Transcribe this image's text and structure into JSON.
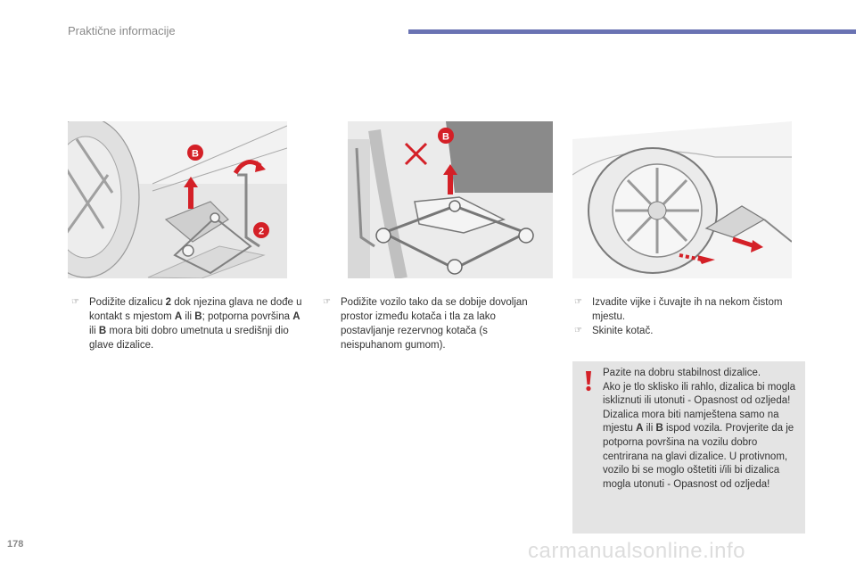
{
  "header": {
    "title": "Praktične informacije",
    "accent_color": "#6a73b3"
  },
  "figures": [
    {
      "id": "jack-position",
      "label_b": "B",
      "label_2": "2"
    },
    {
      "id": "jack-lift",
      "label_b": "B"
    },
    {
      "id": "wheel-removal"
    }
  ],
  "columns": [
    {
      "bullet_icon": "pointing-hand-icon",
      "parts": [
        "Podižite dizalicu ",
        "2",
        " dok njezina glava ne dođe u kontakt s mjestom ",
        "A",
        " ili ",
        "B",
        "; potporna površina ",
        "A",
        " ili ",
        "B",
        " mora biti dobro umetnuta u središnji dio glave dizalice."
      ]
    },
    {
      "bullet_icon": "pointing-hand-icon",
      "text": "Podižite vozilo tako da se dobije dovoljan prostor između kotača i tla za lako postavljanje rezervnog kotača (s neispuhanom gumom)."
    },
    {
      "bullets": [
        {
          "bullet_icon": "pointing-hand-icon",
          "text": "Izvadite vijke i čuvajte ih na nekom čistom mjestu."
        },
        {
          "bullet_icon": "pointing-hand-icon",
          "text": "Skinite kotač."
        }
      ]
    }
  ],
  "warning": {
    "icon": "exclamation-icon",
    "icon_color": "#d42027",
    "parts": [
      "Pazite na dobru stabilnost dizalice.",
      "Ako je tlo sklisko ili rahlo, dizalica bi mogla iskliznuti ili utonuti - Opasnost od ozljeda!",
      "Dizalica mora biti namještena samo na mjestu ",
      "A",
      " ili ",
      "B",
      " ispod vozila. Provjerite da je potporna površina na vozilu dobro centrirana na glavi dizalice. U protivnom, vozilo bi se moglo oštetiti i/ili bi dizalica mogla utonuti - Opasnost od ozljeda!"
    ]
  },
  "footer": {
    "page_number": "178",
    "watermark": "carmanualsonline.info"
  }
}
